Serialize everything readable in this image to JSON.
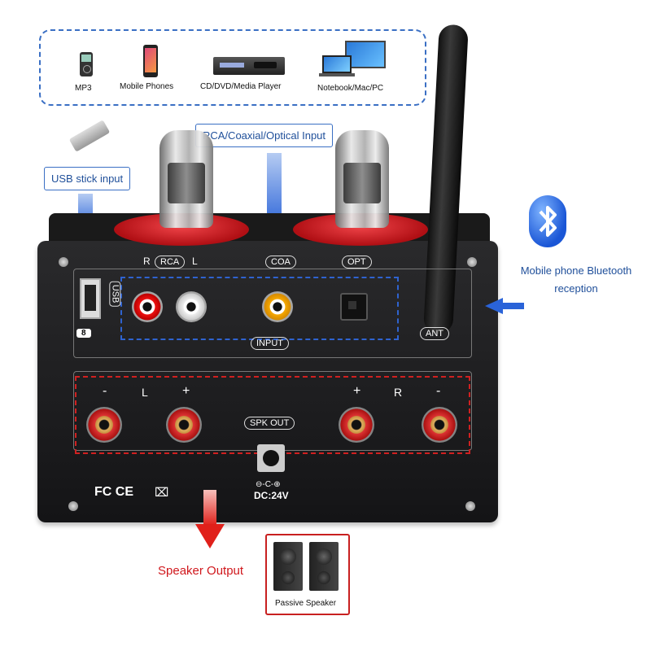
{
  "sources": {
    "items": [
      {
        "label": "MP3",
        "icon": "mp3-player-icon"
      },
      {
        "label": "Mobile Phones",
        "icon": "mobile-phone-icon"
      },
      {
        "label": "CD/DVD/Media Player",
        "icon": "media-player-icon"
      },
      {
        "label": "Notebook/Mac/PC",
        "icon": "computer-icon"
      }
    ]
  },
  "callouts": {
    "usb": "USB stick input",
    "rca": "RCA/Coaxial/Optical Input",
    "bluetooth_line1": "Mobile phone Bluetooth",
    "bluetooth_line2": "reception",
    "speaker_output": "Speaker Output",
    "passive_speaker": "Passive Speaker"
  },
  "panel": {
    "rca_r": "R",
    "rca": "RCA",
    "rca_l": "L",
    "coa": "COA",
    "opt": "OPT",
    "usb": "USB",
    "input": "INPUT",
    "ant": "ANT",
    "spk_minus_l": "-",
    "spk_l": "L",
    "spk_plus_l": "+",
    "spk_plus_r": "+",
    "spk_r": "R",
    "spk_minus_r": "-",
    "spk_out": "SPK OUT",
    "dc_symbol": "⊖-C-⊕",
    "dc": "DC:24V",
    "certs": "FC CE"
  },
  "colors": {
    "blue_arrow": "#2a63d8",
    "red_arrow": "#e0201a",
    "tube_base": "#d2181c",
    "panel": "#1b1b1d"
  }
}
